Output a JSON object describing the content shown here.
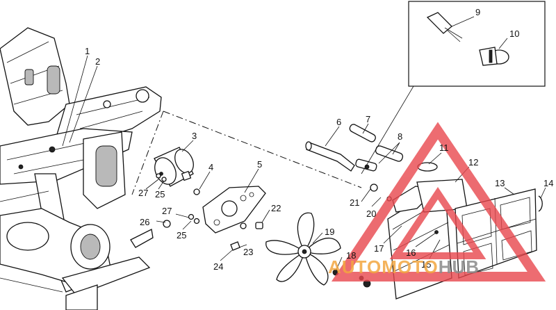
{
  "diagram": {
    "callouts": [
      {
        "label": "1"
      },
      {
        "label": "2"
      },
      {
        "label": "3"
      },
      {
        "label": "4"
      },
      {
        "label": "5"
      },
      {
        "label": "6"
      },
      {
        "label": "7"
      },
      {
        "label": "8"
      },
      {
        "label": "9"
      },
      {
        "label": "10"
      },
      {
        "label": "11"
      },
      {
        "label": "12"
      },
      {
        "label": "13"
      },
      {
        "label": "14"
      },
      {
        "label": "15"
      },
      {
        "label": "16"
      },
      {
        "label": "17"
      },
      {
        "label": "18"
      },
      {
        "label": "19"
      },
      {
        "label": "20"
      },
      {
        "label": "21"
      },
      {
        "label": "22"
      },
      {
        "label": "23"
      },
      {
        "label": "24"
      },
      {
        "label": "25"
      },
      {
        "label": "26"
      },
      {
        "label": "27"
      },
      {
        "label": "25"
      },
      {
        "label": "27"
      }
    ]
  },
  "watermark": {
    "text_part1": "AUTOMOTO",
    "text_part2": "HUB",
    "colors": {
      "logo_red": "#e8474d",
      "text_orange": "#f2a640",
      "text_gray": "#8a8a8a"
    }
  }
}
